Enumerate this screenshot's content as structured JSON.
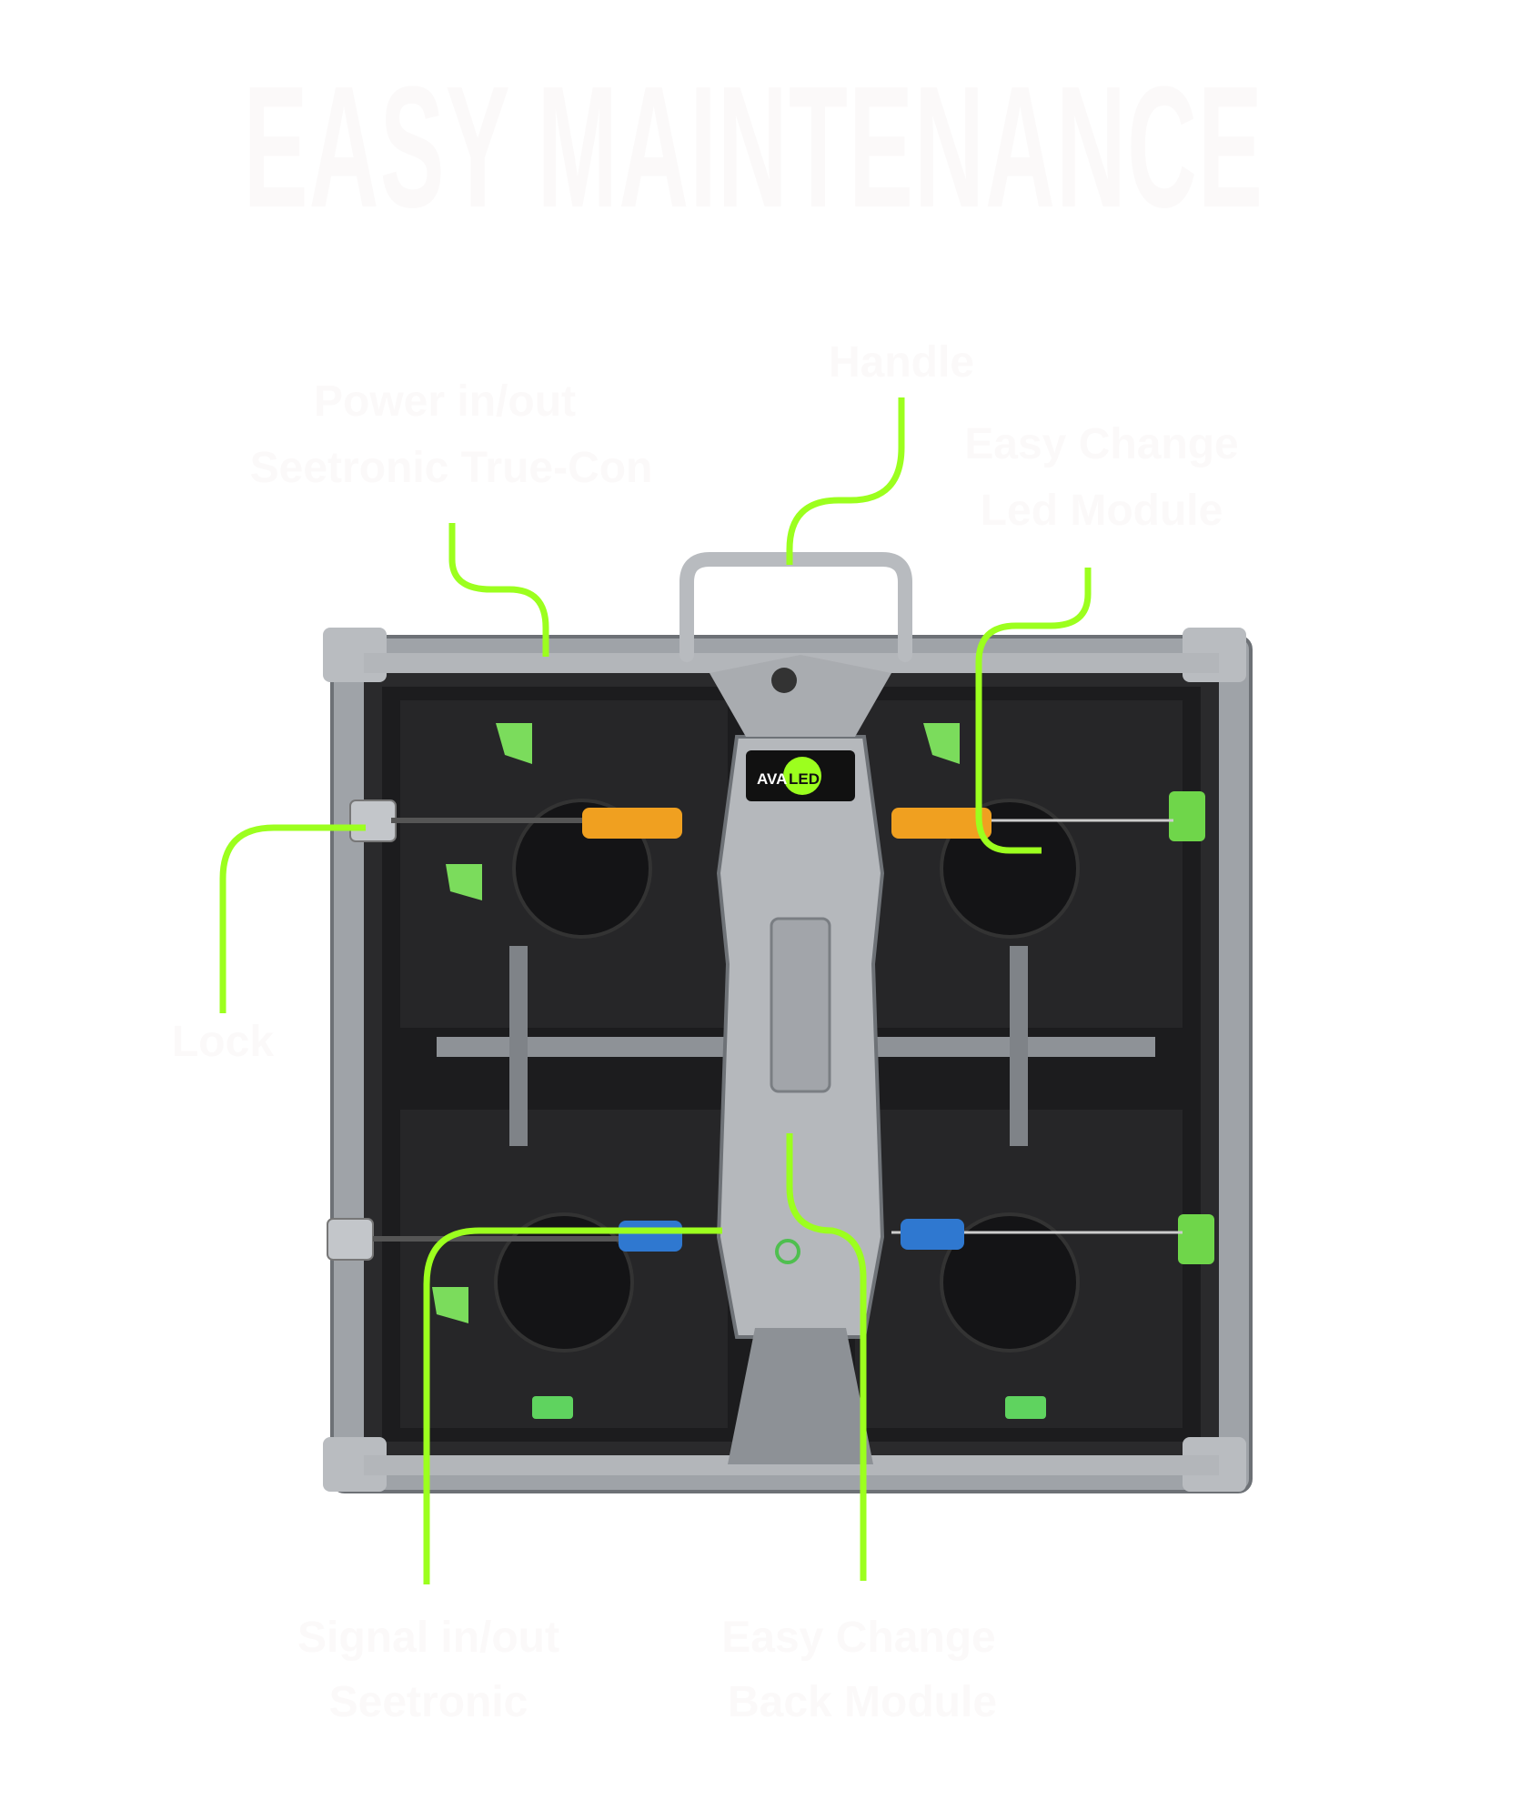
{
  "title": "EASY MAINTENANCE",
  "labels": {
    "handle": "Handle",
    "power_line1": "Power in/out",
    "power_line2": "Seetronic True-Con",
    "led_module_line1": "Easy Change",
    "led_module_line2": "Led Module",
    "lock": "Lock",
    "signal_line1": "Signal in/out",
    "signal_line2": "Seetronic",
    "back_module_line1": "Easy Change",
    "back_module_line2": "Back Module"
  },
  "product": {
    "logo_text_a": "AVA",
    "logo_text_b": "LED"
  },
  "colors": {
    "accent": "#9cff1e",
    "text": "#fbf9f9",
    "frame": "#a7aaae",
    "panel": "#1f1f21",
    "power_connector": "#f0a020",
    "signal_connector": "#2f78d0"
  }
}
